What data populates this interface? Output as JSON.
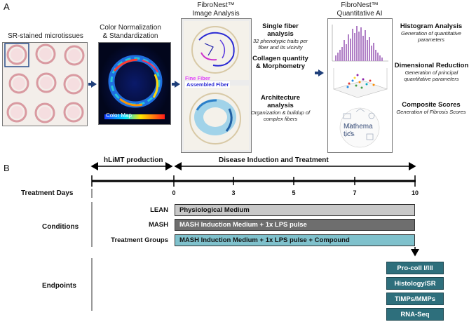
{
  "panel_a": {
    "letter": "A",
    "stage1": {
      "caption": "SR-stained microtissues"
    },
    "stage2": {
      "caption_line1": "Color Normalization",
      "caption_line2": "& Standardization",
      "overlay_label": "Color Map"
    },
    "stage3": {
      "caption_line1": "FibroNest™",
      "caption_line2": "Image Analysis",
      "fine_fiber_label": "Fine Fiber",
      "assembled_fiber_label": "Assembled Fiber",
      "items": [
        {
          "title": "Single fiber analysis",
          "sub": "32 phenotypic traits per fiber and its vicinity"
        },
        {
          "title": "Collagen quantity & Morphometry",
          "sub": ""
        },
        {
          "title": "Architecture analysis",
          "sub": "Organization & buildup of complex fibers"
        }
      ]
    },
    "stage4": {
      "caption_line1": "FibroNest™",
      "caption_line2": "Quantitative AI",
      "math_label_line1": "Mathema",
      "math_label_line2": "tics",
      "items": [
        {
          "title": "Histogram Analysis",
          "sub": "Generation of quantitative parameters"
        },
        {
          "title": "Dimensional Reduction",
          "sub": "Generation of principal quantitative parameters"
        },
        {
          "title": "Composite Scores",
          "sub": "Generation of Fibrosis Scores"
        }
      ]
    }
  },
  "panel_b": {
    "letter": "B",
    "phase1": "hLiMT production",
    "phase2": "Disease Induction and Treatment",
    "treatment_days_label": "Treatment Days",
    "ticks": [
      "0",
      "3",
      "5",
      "7",
      "10"
    ],
    "conditions_label": "Conditions",
    "conditions": [
      {
        "name": "LEAN",
        "bar": "Physiological Medium",
        "color": "#c8c8c8",
        "text_color": "#111111"
      },
      {
        "name": "MASH",
        "bar": "MASH Induction Medium + 1x LPS pulse",
        "color": "#6e6e6e",
        "text_color": "#ffffff"
      },
      {
        "name": "Treatment Groups",
        "bar": "MASH Induction Medium + 1x LPS pulse + Compound",
        "color": "#7fc1cc",
        "text_color": "#111111"
      }
    ],
    "endpoints_label": "Endpoints",
    "endpoints": [
      "Pro-coll I/III",
      "Histology/SR",
      "TIMPs/MMPs",
      "RNA-Seq"
    ],
    "colors": {
      "endpoint": "#2e6f7c",
      "arrow": "#1f3f7a"
    }
  }
}
